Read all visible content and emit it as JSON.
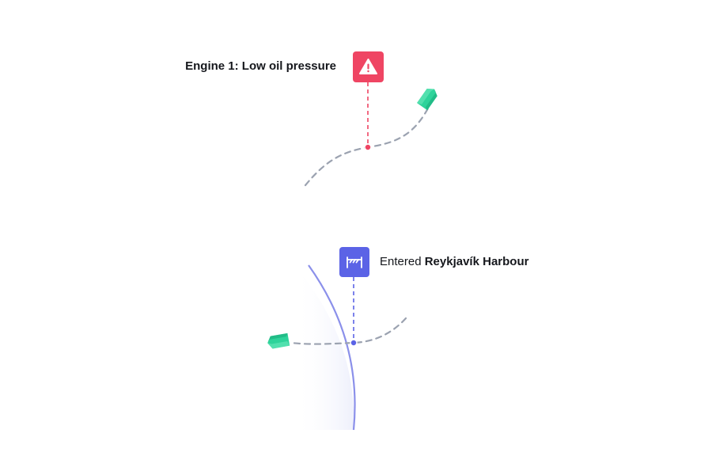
{
  "alert_event": {
    "title": "Engine 1: Low oil pressure",
    "icon": "warning-triangle-icon",
    "color": "#ef4563"
  },
  "harbour_event": {
    "prefix": "Entered",
    "place": "Reykjavík Harbour",
    "icon": "harbour-barrier-icon",
    "color": "#5b63e6"
  },
  "colors": {
    "track": "#9ba2b0",
    "vessel": "#2ed39a",
    "vessel_dark": "#17a978",
    "geofence_line": "#8b90ea",
    "geofence_fill": "#eef0fc"
  }
}
